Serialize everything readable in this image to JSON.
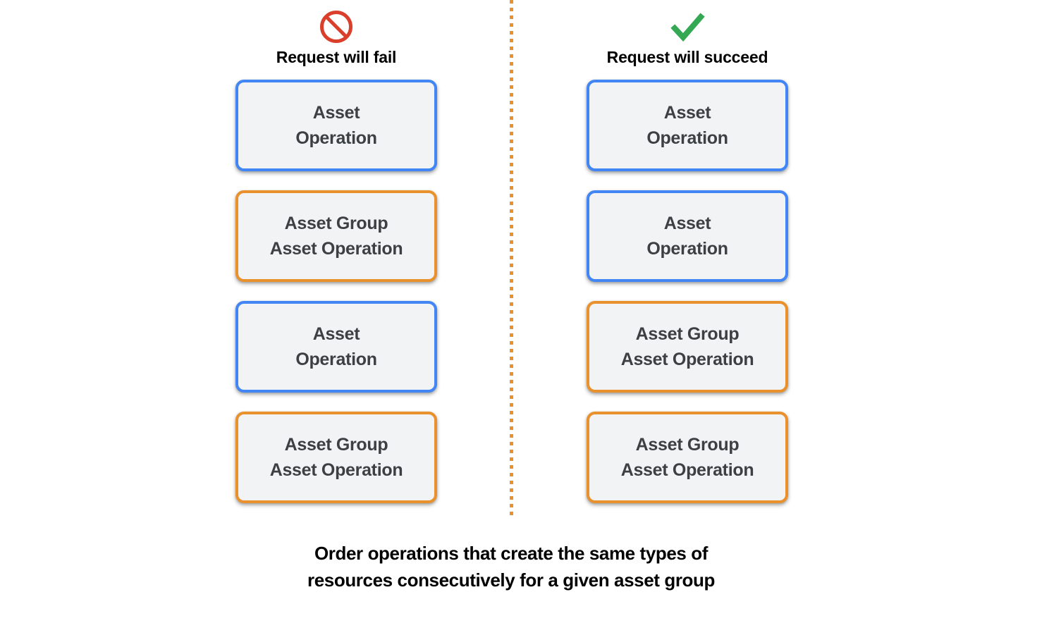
{
  "diagram": {
    "columns": [
      {
        "id": "fail",
        "icon": "no-entry-icon",
        "icon_color": "#D93F2B",
        "title": "Request will fail",
        "cards": [
          {
            "label": "Asset\nOperation",
            "accent": "blue",
            "accent_color": "#4285F4"
          },
          {
            "label": "Asset Group\nAsset Operation",
            "accent": "orange",
            "accent_color": "#E8912D"
          },
          {
            "label": "Asset\nOperation",
            "accent": "blue",
            "accent_color": "#4285F4"
          },
          {
            "label": "Asset Group\nAsset Operation",
            "accent": "orange",
            "accent_color": "#E8912D"
          }
        ]
      },
      {
        "id": "succeed",
        "icon": "check-icon",
        "icon_color": "#34A853",
        "title": "Request will succeed",
        "cards": [
          {
            "label": "Asset\nOperation",
            "accent": "blue",
            "accent_color": "#4285F4"
          },
          {
            "label": "Asset\nOperation",
            "accent": "blue",
            "accent_color": "#4285F4"
          },
          {
            "label": "Asset Group\nAsset Operation",
            "accent": "orange",
            "accent_color": "#E8912D"
          },
          {
            "label": "Asset Group\nAsset Operation",
            "accent": "orange",
            "accent_color": "#E8912D"
          }
        ]
      }
    ],
    "divider": {
      "style": "dotted",
      "color": "#E8912D"
    },
    "caption": "Order operations that create the same types of\nresources consecutively for a given asset group",
    "card_fill_color": "#F1F3F4",
    "card_text_color": "#3C4043"
  }
}
